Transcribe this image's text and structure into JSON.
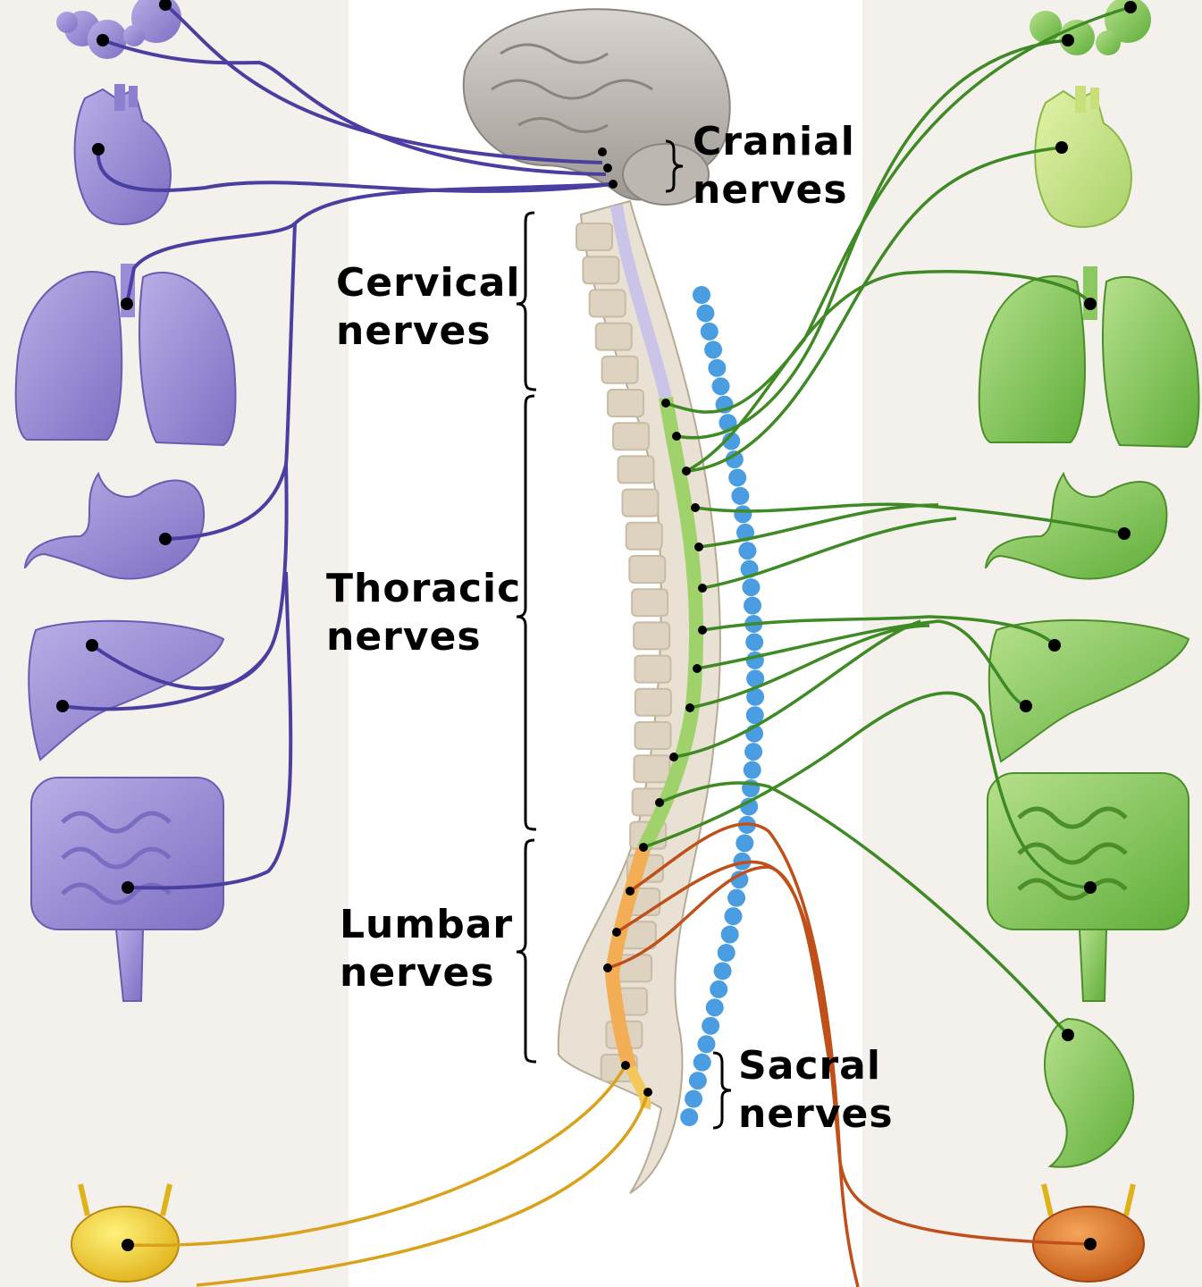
{
  "labels": {
    "cranial": {
      "line1": "Cranial",
      "line2": "nerves"
    },
    "cervical": {
      "line1": "Cervical",
      "line2": "nerves"
    },
    "thoracic": {
      "line1": "Thoracic",
      "line2": "nerves"
    },
    "lumbar": {
      "line1": "Lumbar",
      "line2": "nerves"
    },
    "sacral": {
      "line1": "Sacral",
      "line2": "nerves"
    }
  },
  "colors": {
    "parasympathetic": "#4a3fa0",
    "sympathetic": "#3f8a25",
    "lumbar_fibers": "#c0501a",
    "sacral_fibers": "#d9a21a",
    "sympathetic_chain": "#4a9de0",
    "left_panel": "#f4f0ec",
    "right_panel": "#f4f0ec"
  }
}
